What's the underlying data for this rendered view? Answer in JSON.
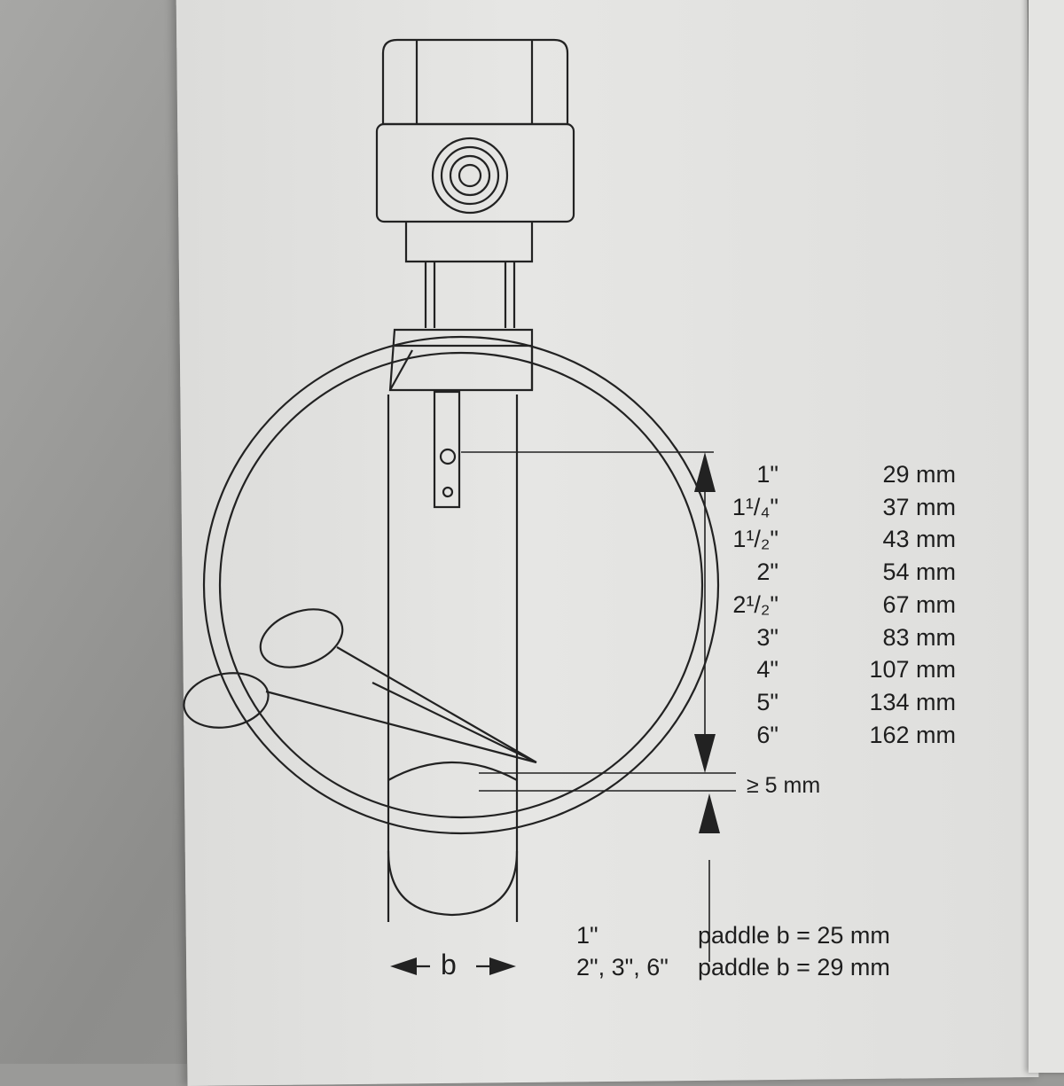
{
  "title": "Paddle size diagram",
  "table": [
    {
      "size": "1\"",
      "length": "29 mm"
    },
    {
      "size": "1¹/₄\"",
      "length": "37 mm"
    },
    {
      "size": "1¹/₂\"",
      "length": "43 mm"
    },
    {
      "size": "2\"",
      "length": "54 mm"
    },
    {
      "size": "2¹/₂\"",
      "length": "67 mm"
    },
    {
      "size": "3\"",
      "length": "83 mm"
    },
    {
      "size": "4\"",
      "length": "107 mm"
    },
    {
      "size": "5\"",
      "length": "134 mm"
    },
    {
      "size": "6\"",
      "length": "162 mm"
    }
  ],
  "clearance": "≥ 5 mm",
  "width_label": "b",
  "paddles": [
    {
      "sizes": "1\"",
      "text": "paddle  b = 25 mm"
    },
    {
      "sizes": "2\", 3\", 6\"",
      "text": "paddle  b = 29 mm"
    }
  ]
}
